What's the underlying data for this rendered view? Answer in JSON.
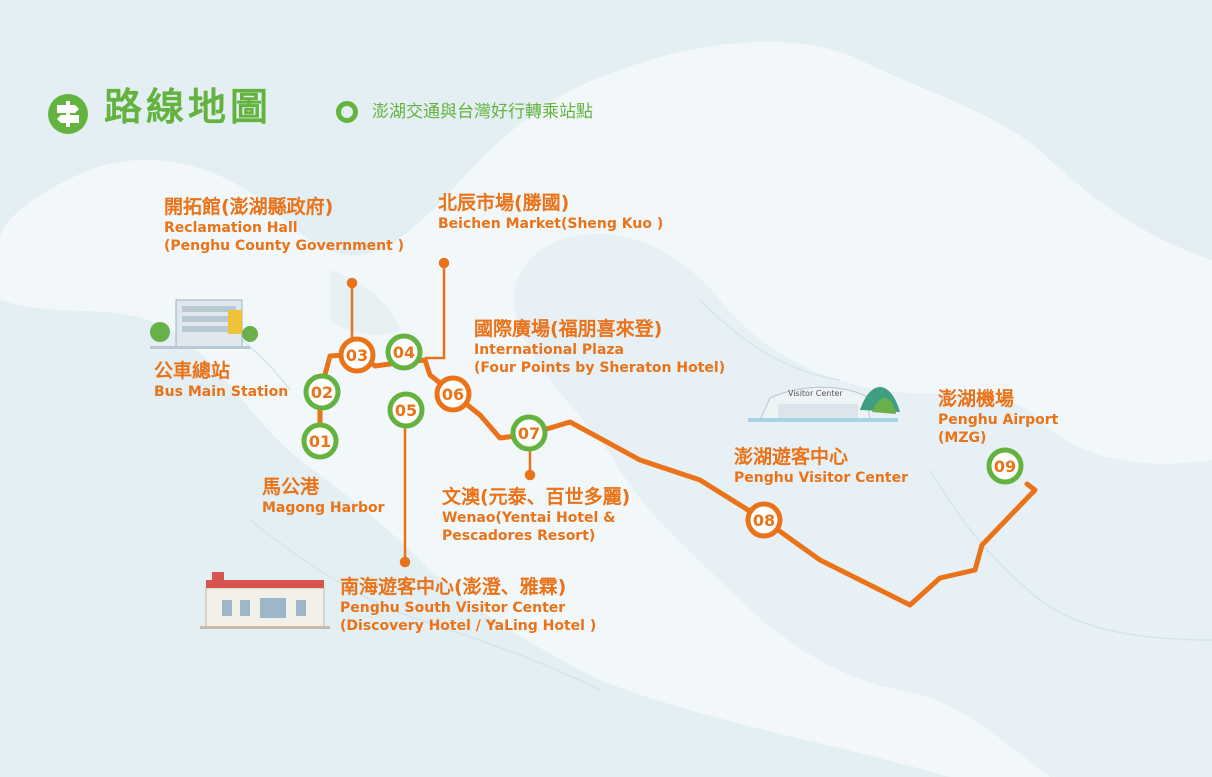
{
  "header": {
    "title": "路線地圖",
    "legend_text": "澎湖交通與台灣好行轉乘站點"
  },
  "colors": {
    "route": "#ea7319",
    "transfer": "#64b33e",
    "land": "#e3eff3",
    "sea": "#f2f8fa"
  },
  "stops": [
    {
      "num": "01",
      "zh": "馬公港",
      "en": [
        "Magong Harbor"
      ],
      "transfer": true
    },
    {
      "num": "02",
      "zh": "公車總站",
      "en": [
        "Bus Main Station"
      ],
      "transfer": true
    },
    {
      "num": "03",
      "zh": "開拓館(澎湖縣政府)",
      "en": [
        "Reclamation Hall",
        "(Penghu County Government )"
      ],
      "transfer": false
    },
    {
      "num": "04",
      "zh": "北辰市場(勝國)",
      "en": [
        "Beichen Market(Sheng Kuo )"
      ],
      "transfer": true
    },
    {
      "num": "05",
      "zh": "南海遊客中心(澎澄、雅霖)",
      "en": [
        "Penghu South Visitor Center",
        "(Discovery Hotel  / YaLing Hotel )"
      ],
      "transfer": true
    },
    {
      "num": "06",
      "zh": "國際廣場(福朋喜來登)",
      "en": [
        "International Plaza",
        "(Four Points by Sheraton Hotel)"
      ],
      "transfer": false
    },
    {
      "num": "07",
      "zh": "文澳(元泰、百世多麗)",
      "en": [
        "Wenao(Yentai Hotel &",
        "Pescadores Resort)"
      ],
      "transfer": true
    },
    {
      "num": "08",
      "zh": "澎湖遊客中心",
      "en": [
        "Penghu Visitor Center"
      ],
      "transfer": false
    },
    {
      "num": "09",
      "zh": "澎湖機場",
      "en": [
        "Penghu Airport",
        "(MZG)"
      ],
      "transfer": true
    }
  ],
  "landmarks": {
    "visitor_center_sign": "Visitor Center"
  }
}
